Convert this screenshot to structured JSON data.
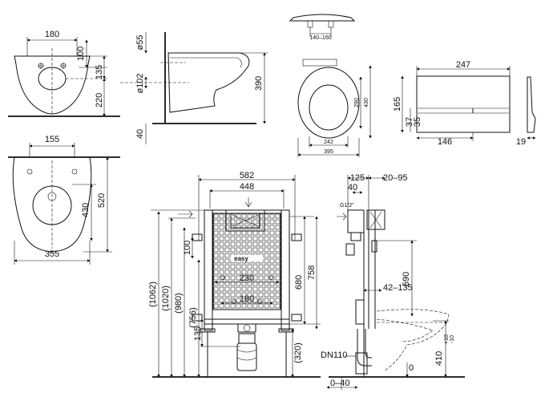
{
  "bowl_front": {
    "width": "180",
    "h1": "100",
    "h2": "135",
    "h3": "220"
  },
  "bowl_side": {
    "d1": "ø55",
    "d2": "ø102",
    "h": "390",
    "bottom": "40"
  },
  "seat_top": {
    "range": "140–160"
  },
  "seat_plan": {
    "width_inner": "242",
    "width_outer": "395",
    "h_inner": "290",
    "h_outer": "430"
  },
  "plate": {
    "width": "247",
    "height": "165",
    "h37": "37",
    "h35": "35",
    "w146": "146",
    "depth": "19"
  },
  "bowl_plan": {
    "w155": "155",
    "d430": "430",
    "d520": "520",
    "w355": "355"
  },
  "frame_front": {
    "w582": "582",
    "w448": "448",
    "h100": "100",
    "w230": "230",
    "w180": "180",
    "h680": "680",
    "h758": "758",
    "h1062": "(1062)",
    "h1020": "(1020)",
    "h980": "(980)",
    "h756": "(756)",
    "h135": "135",
    "h320": "(320)",
    "brand": "easy"
  },
  "frame_side": {
    "w125": "125",
    "w20_95": "20–95",
    "w40": "40",
    "thread": "G1/2\"",
    "h590": "590",
    "w42_135": "42–135",
    "dn": "DN110",
    "w0_40": "0–40",
    "zero": "0",
    "h410": "410",
    "tol_plus": "+10",
    "tol_minus": "-10"
  }
}
